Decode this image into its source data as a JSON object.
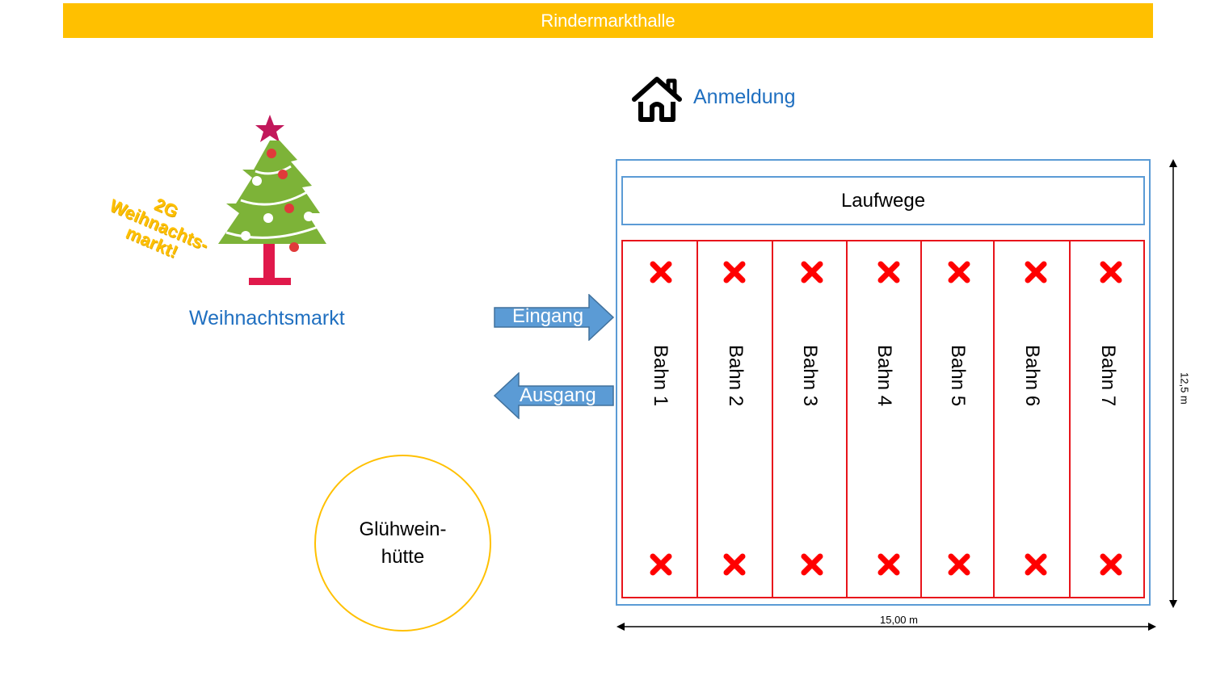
{
  "header": {
    "title": "Rindermarkthalle"
  },
  "registration": {
    "label": "Anmeldung",
    "icon": "house-icon"
  },
  "christmas_market": {
    "label": "Weihnachtsmarkt",
    "tree_text_line1": "2G",
    "tree_text_line2": "Weihnachts-",
    "tree_text_line3": "markt!",
    "icon": "christmas-tree-icon"
  },
  "entrance": {
    "label": "Eingang"
  },
  "exit": {
    "label": "Ausgang"
  },
  "walkway": {
    "label": "Laufwege"
  },
  "lanes": [
    {
      "label": "Bahn 1"
    },
    {
      "label": "Bahn 2"
    },
    {
      "label": "Bahn 3"
    },
    {
      "label": "Bahn 4"
    },
    {
      "label": "Bahn 5"
    },
    {
      "label": "Bahn 6"
    },
    {
      "label": "Bahn 7"
    }
  ],
  "mulled_wine_hut": {
    "label_line1": "Glühwein-",
    "label_line2": "hütte"
  },
  "dimensions": {
    "width": "15,00 m",
    "height": "12,5 m"
  },
  "colors": {
    "title_bar": "#FFC000",
    "blue_text": "#1F6FC0",
    "hall_border": "#5B9BD5",
    "lane_border": "#E8141B",
    "x_mark": "#FF0000",
    "arrow_fill": "#5B9BD5"
  }
}
